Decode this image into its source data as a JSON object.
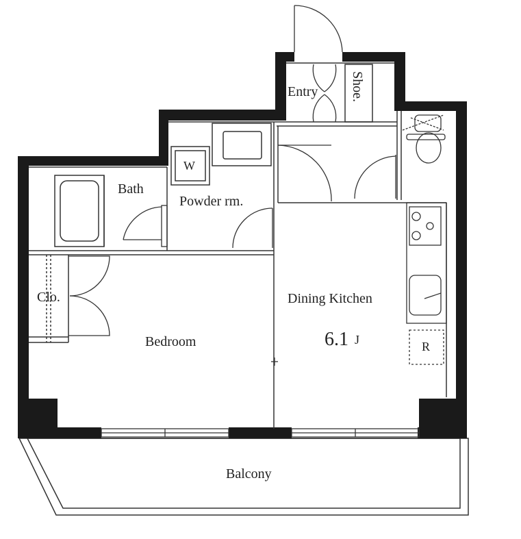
{
  "rooms": {
    "entry": "Entry",
    "shoe": "Shoe.",
    "washer": "W",
    "bath": "Bath",
    "powder": "Powder rm.",
    "closet": "Clo.",
    "bedroom": "Bedroom",
    "dining_kitchen": "Dining Kitchen",
    "area_number": "6.1",
    "area_unit": "J",
    "refrigerator": "R",
    "balcony": "Balcony"
  },
  "colors": {
    "wall": "#1a1a1a",
    "line": "#222222",
    "background": "#ffffff"
  }
}
